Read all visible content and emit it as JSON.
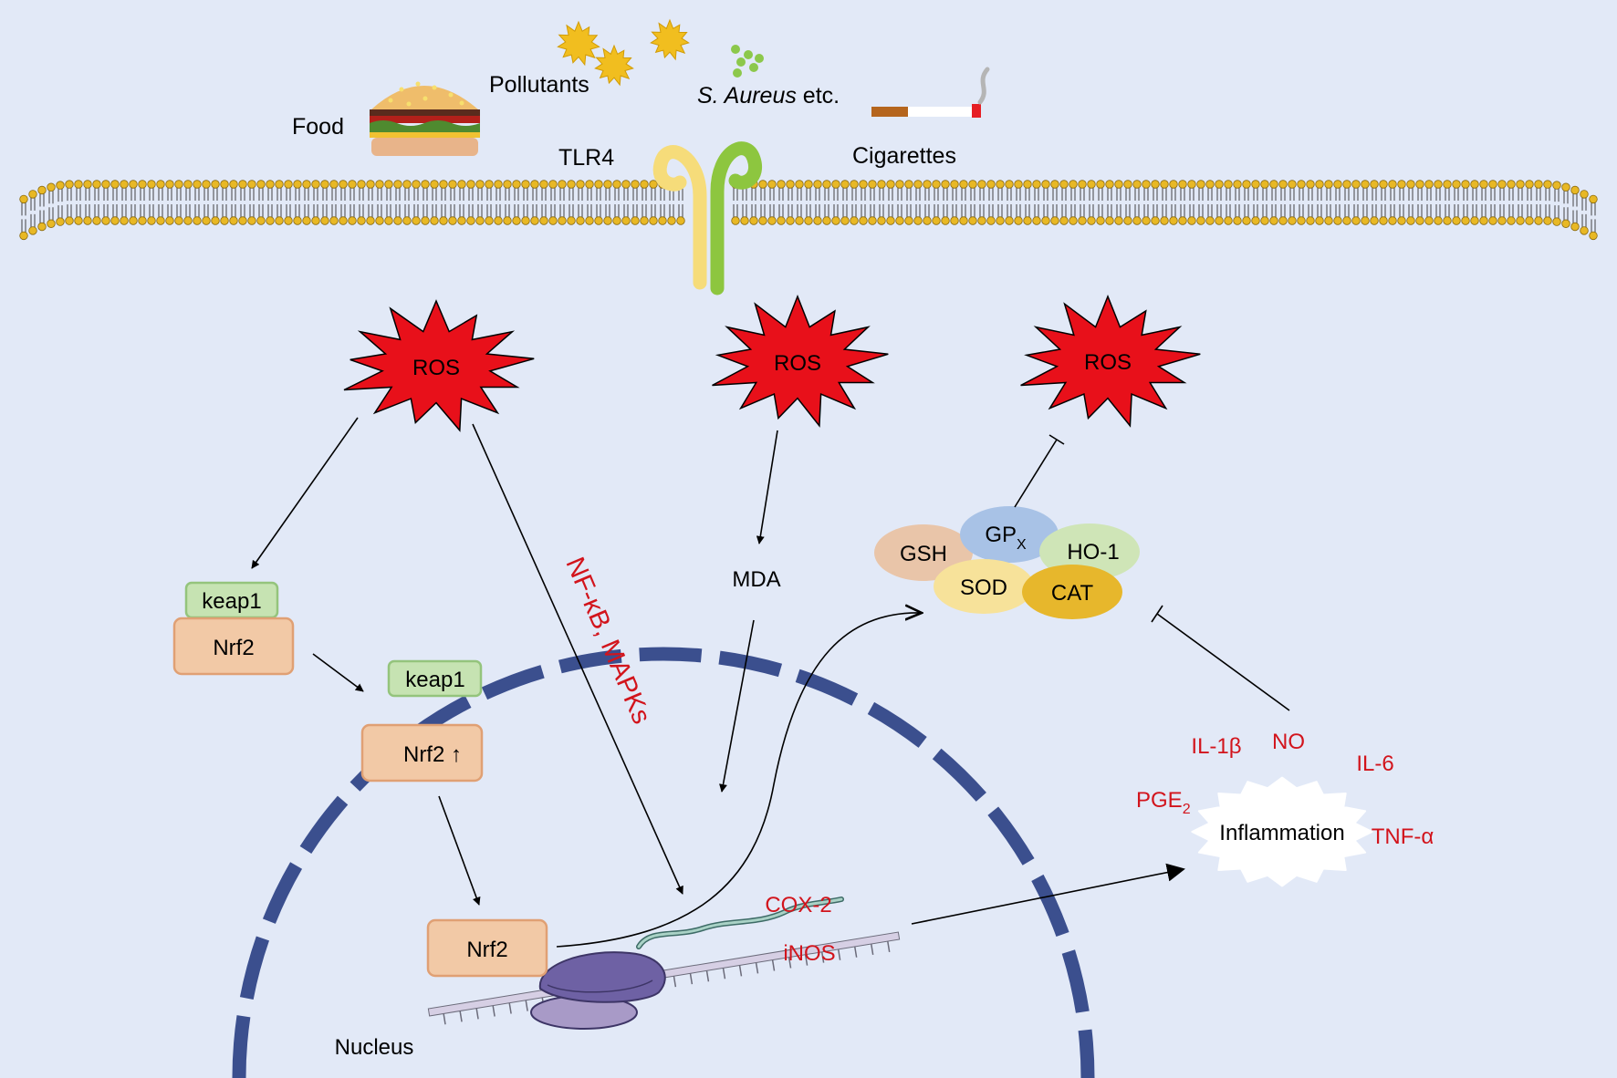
{
  "stimuli": {
    "food": "Food",
    "pollutants": "Pollutants",
    "bacteria_italic": "S. Aureus",
    "bacteria_suffix": " etc.",
    "cigarettes": "Cigarettes",
    "receptor": "TLR4"
  },
  "ros": [
    "ROS",
    "ROS",
    "ROS"
  ],
  "nrf2_pathway": {
    "keap1_bound": "keap1",
    "nrf2_bound": "Nrf2",
    "keap1_free": "keap1",
    "nrf2_up": "Nrf2 ↑",
    "nrf2_nuclear": "Nrf2"
  },
  "signaling": "NF-κB, MAPKs",
  "mda": "MDA",
  "antioxidants": {
    "gsh": "GSH",
    "gpx_main": "GP",
    "gpx_sub": "X",
    "ho1": "HO-1",
    "sod": "SOD",
    "cat": "CAT"
  },
  "genes": {
    "cox2": "COX-2",
    "inos": "iNOS"
  },
  "inflammation": {
    "center": "Inflammation",
    "il1b": "IL-1β",
    "no": "NO",
    "il6": "IL-6",
    "pge_main": "PGE",
    "pge_sub": "2",
    "tnfa": "TNF-α"
  },
  "nucleus": "Nucleus",
  "colors": {
    "background": "#e2e9f7",
    "ros_fill": "#e8101a",
    "red_text": "#d2141c",
    "membrane_head": "#e8b825",
    "nucleus": "#3b4f8e",
    "nrf2_fill": "#f2c9a6",
    "keap1_fill": "#c6e3b2",
    "gsh": "#e9c5a9",
    "gpx": "#a8c2e6",
    "ho1": "#cfe5b7",
    "sod": "#f7e29a",
    "cat": "#e7b72c"
  }
}
